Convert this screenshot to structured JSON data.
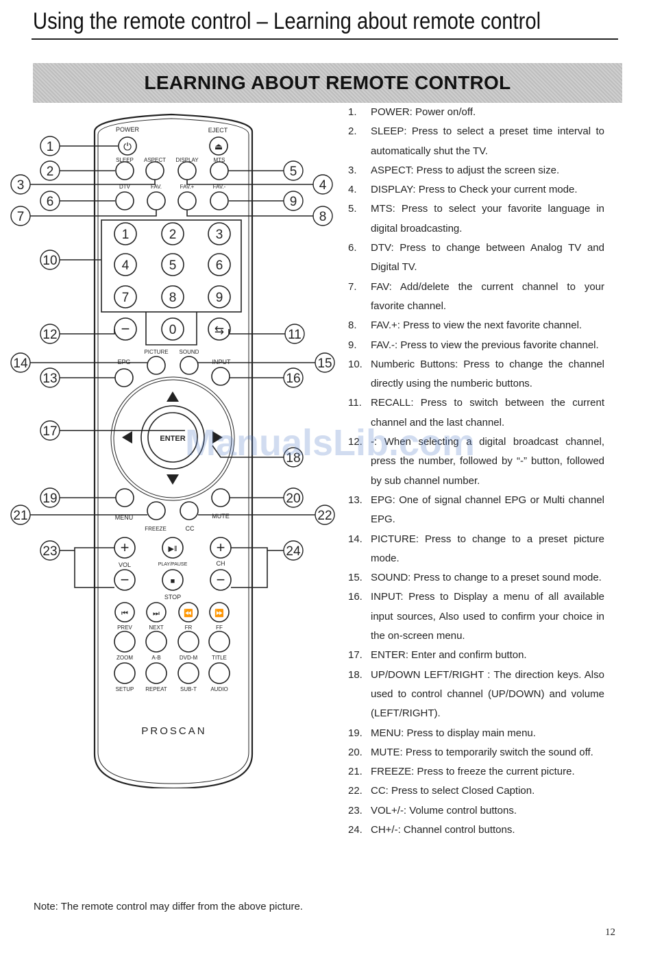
{
  "header": {
    "title": "Using the remote control – Learning about remote control"
  },
  "banner": {
    "text": "LEARNING ABOUT REMOTE CONTROL"
  },
  "remote": {
    "brand": "PROSCAN",
    "labels": {
      "power": "POWER",
      "eject": "EJECT",
      "sleep": "SLEEP",
      "aspect": "ASPECT",
      "display": "DISPLAY",
      "mts": "MTS",
      "dtv": "DTV",
      "fav": "FAV.",
      "fav_plus": "FAV.+",
      "fav_minus": "FAV.-",
      "picture": "PICTURE",
      "sound": "SOUND",
      "epg": "EPG",
      "input": "INPUT",
      "enter": "ENTER",
      "menu": "MENU",
      "mute": "MUTE",
      "freeze": "FREEZE",
      "cc": "CC",
      "vol": "VOL",
      "play_pause": "PLAY/PAUSE",
      "ch": "CH",
      "stop": "STOP",
      "prev": "PREV",
      "next": "NEXT",
      "fr": "FR",
      "ff": "FF",
      "zoom": "ZOOM",
      "ab": "A-B",
      "dvd_m": "DVD-M",
      "title": "TITLE",
      "setup": "SETUP",
      "repeat": "REPEAT",
      "sub_t": "SUB-T",
      "audio": "AUDIO"
    },
    "digits": [
      "1",
      "2",
      "3",
      "4",
      "5",
      "6",
      "7",
      "8",
      "9",
      "0"
    ],
    "callouts": [
      "1",
      "2",
      "3",
      "4",
      "5",
      "6",
      "7",
      "8",
      "9",
      "10",
      "11",
      "12",
      "13",
      "14",
      "15",
      "16",
      "17",
      "18",
      "19",
      "20",
      "21",
      "22",
      "23",
      "24"
    ]
  },
  "descriptions": [
    {
      "num": "1.",
      "text": "POWER: Power on/off."
    },
    {
      "num": "2.",
      "text": "SLEEP: Press to select a preset time interval to automatically shut the TV."
    },
    {
      "num": "3.",
      "text": "ASPECT: Press to adjust the screen size."
    },
    {
      "num": "4.",
      "text": "DISPLAY: Press to Check your current mode."
    },
    {
      "num": "5.",
      "text": "MTS: Press to select your favorite language in digital broadcasting."
    },
    {
      "num": "6.",
      "text": "DTV: Press to change between Analog TV and Digital TV."
    },
    {
      "num": "7.",
      "text": "FAV: Add/delete the current channel to your favorite channel."
    },
    {
      "num": "8.",
      "text": "FAV.+: Press to view the next favorite channel."
    },
    {
      "num": "9.",
      "text": "FAV.-: Press to view the previous favorite channel."
    },
    {
      "num": "10.",
      "text": "Numberic Buttons: Press to change the channel directly using the numberic buttons."
    },
    {
      "num": "11.",
      "text": "RECALL: Press to switch between the current channel and the last channel."
    },
    {
      "num": "12.",
      "text": "-: When selecting a digital broadcast channel, press the number, followed by “-” button, followed by sub channel number."
    },
    {
      "num": "13.",
      "text": "EPG: One of signal channel EPG or Multi channel EPG."
    },
    {
      "num": "14.",
      "text": "PICTURE: Press to change to a preset picture mode."
    },
    {
      "num": "15.",
      "text": "SOUND: Press to change to a preset sound mode."
    },
    {
      "num": "16.",
      "text": "INPUT: Press to Display a menu of all available input sources, Also used to confirm your choice in the on-screen menu."
    },
    {
      "num": "17.",
      "text": "ENTER: Enter and confirm button."
    },
    {
      "num": "18.",
      "text": "UP/DOWN LEFT/RIGHT : The direction keys. Also used to control channel (UP/DOWN) and volume (LEFT/RIGHT)."
    },
    {
      "num": "19.",
      "text": "MENU: Press to display main menu."
    },
    {
      "num": "20.",
      "text": "MUTE: Press to temporarily switch the sound off."
    },
    {
      "num": "21.",
      "text": "FREEZE: Press to freeze the current picture."
    },
    {
      "num": "22.",
      "text": "CC: Press to select Closed Caption."
    },
    {
      "num": "23.",
      "text": "VOL+/-: Volume control buttons."
    },
    {
      "num": "24.",
      "text": "CH+/-: Channel control buttons."
    }
  ],
  "note": "Note: The remote control may differ from the above picture.",
  "page_number": "12",
  "watermark": "ManualsLib.com"
}
